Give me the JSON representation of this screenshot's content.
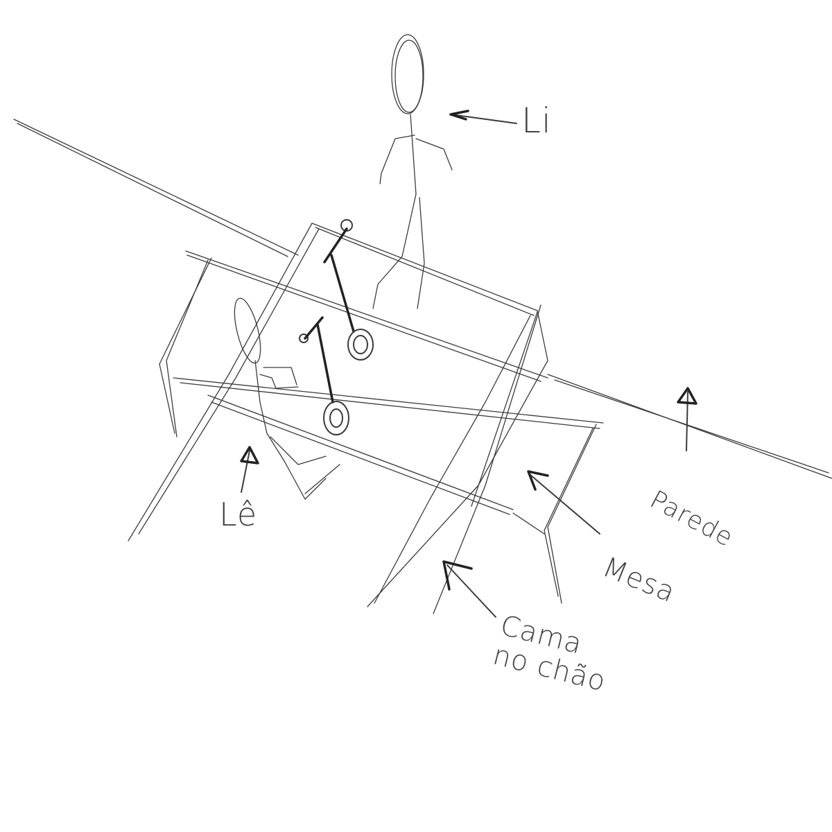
{
  "labels": {
    "li": "Li",
    "le": "Lê",
    "parede": "Parede",
    "mesa": "Mesa",
    "cama_line1": "Cama",
    "cama_line2": "no chão"
  },
  "colors": {
    "ink": "#3a3a3a",
    "paper": "#ffffff"
  }
}
